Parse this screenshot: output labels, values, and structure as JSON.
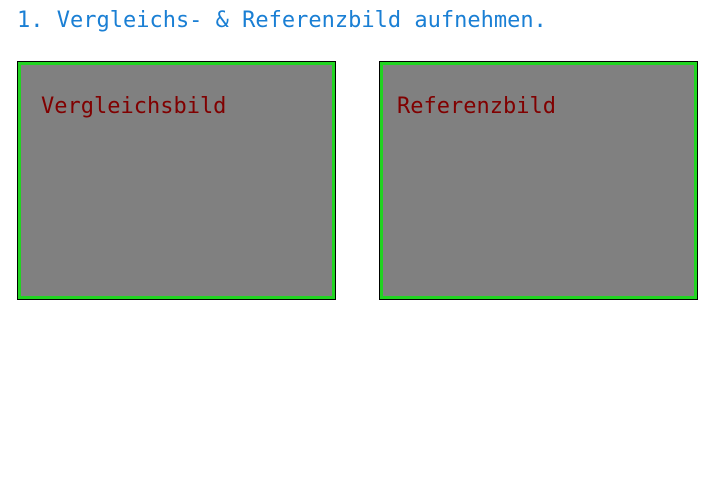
{
  "header": {
    "title": "1. Vergleichs- & Referenzbild aufnehmen."
  },
  "panels": [
    {
      "label": "Vergleichsbild"
    },
    {
      "label": "Referenzbild"
    }
  ],
  "colors": {
    "title_text": "#1a7fd4",
    "panel_border": "#21d421",
    "panel_fill": "#808080",
    "panel_label": "#800000"
  }
}
